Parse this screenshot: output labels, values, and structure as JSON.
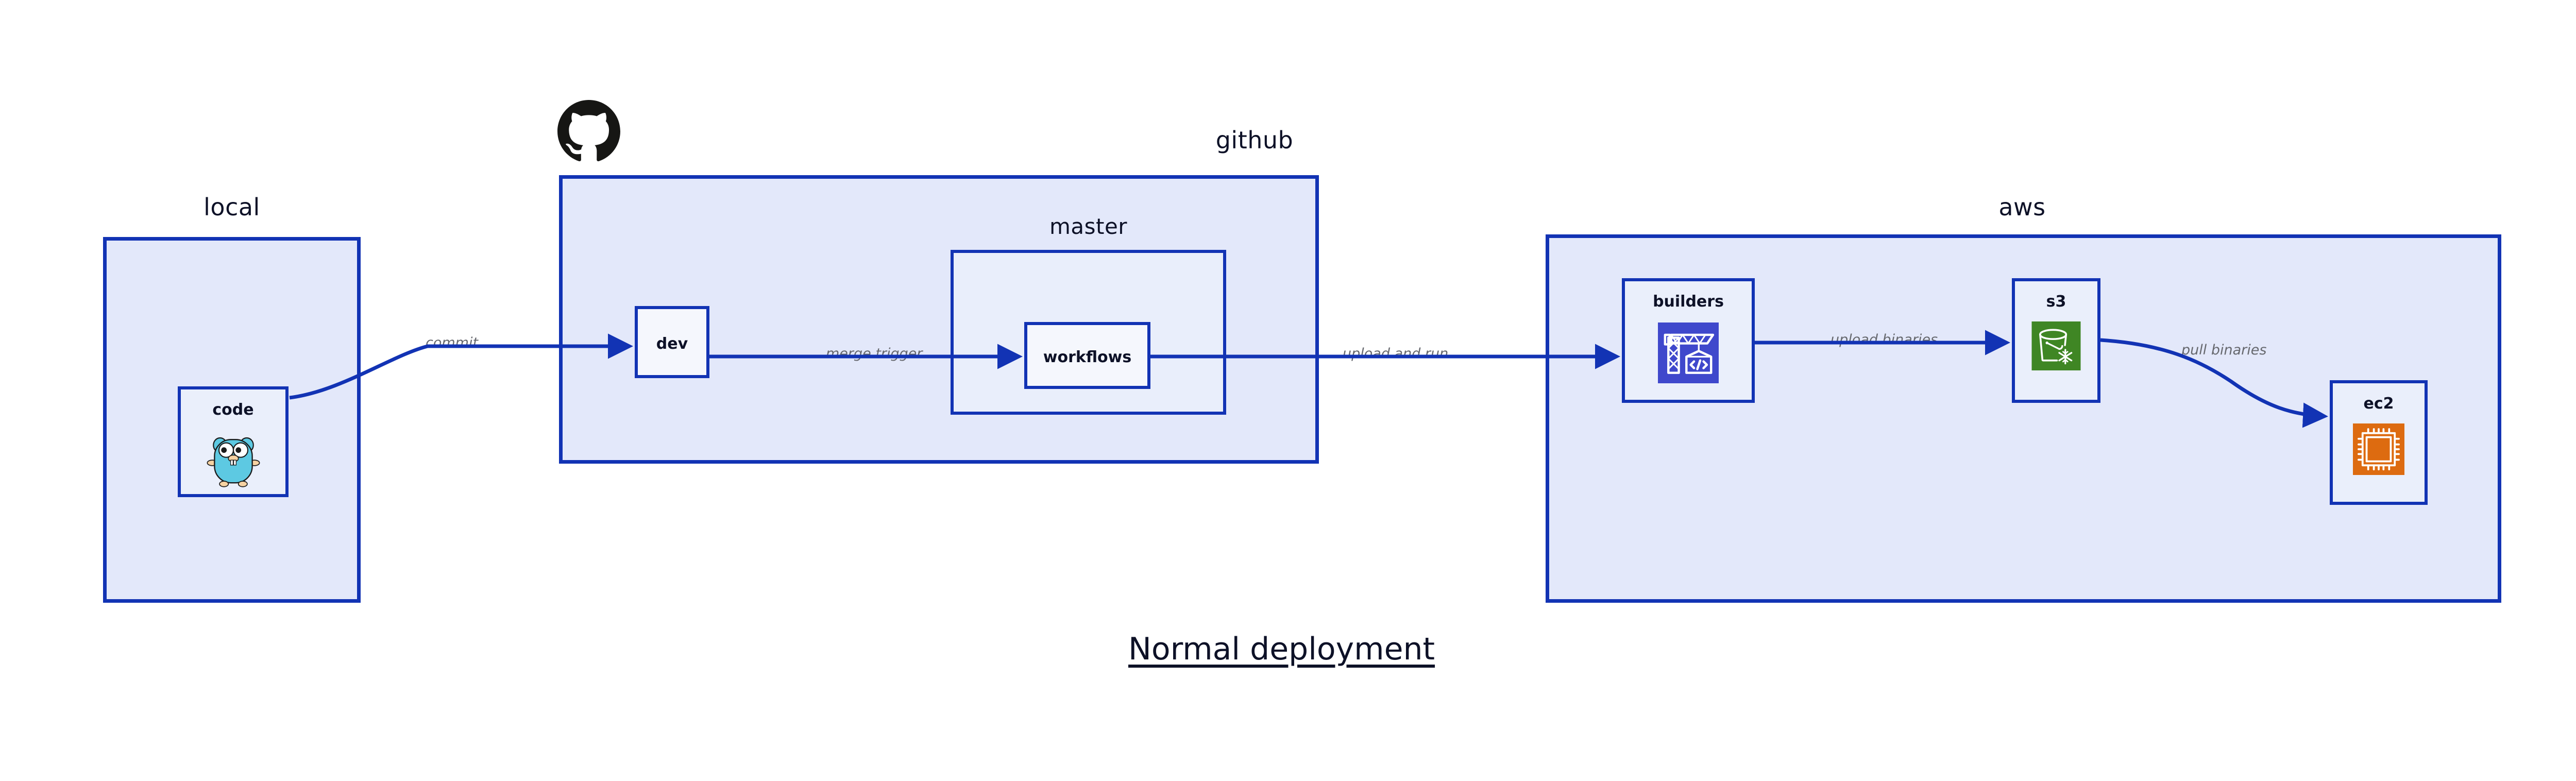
{
  "diagram": {
    "title": "Normal deployment",
    "background_color": "#ffffff",
    "accent_color": "#1233b4",
    "group_fill": "#e3e8fa",
    "node_fill": "#eaeffb",
    "label_color": "#0d1127",
    "edge_label_color": "#66686e"
  },
  "groups": [
    {
      "id": "local",
      "label": "local"
    },
    {
      "id": "github",
      "label": "github"
    },
    {
      "id": "aws",
      "label": "aws"
    }
  ],
  "subgroups": [
    {
      "id": "master",
      "label": "master",
      "parent": "github"
    }
  ],
  "nodes": [
    {
      "id": "code",
      "label": "code",
      "parent": "local",
      "icon": "go-gopher-icon",
      "icon_color": "#5dc9e2"
    },
    {
      "id": "dev",
      "label": "dev",
      "parent": "github",
      "icon": "none",
      "icon_color": ""
    },
    {
      "id": "workflows",
      "label": "workflows",
      "parent": "master",
      "icon": "none",
      "icon_color": ""
    },
    {
      "id": "builders",
      "label": "builders",
      "parent": "aws",
      "icon": "aws-codebuild-icon",
      "icon_color": "#3f48cc"
    },
    {
      "id": "s3",
      "label": "s3",
      "parent": "aws",
      "icon": "aws-s3-glacier-icon",
      "icon_color": "#3f8624"
    },
    {
      "id": "ec2",
      "label": "ec2",
      "parent": "aws",
      "icon": "aws-ec2-icon",
      "icon_color": "#dd6b10"
    }
  ],
  "edges": [
    {
      "id": "commit",
      "label": "commit",
      "from": "code",
      "to": "dev"
    },
    {
      "id": "merge-trigger",
      "label": "merge trigger",
      "from": "dev",
      "to": "workflows"
    },
    {
      "id": "upload-and-run",
      "label": "upload and run",
      "from": "workflows",
      "to": "builders"
    },
    {
      "id": "upload-binaries",
      "label": "upload binaries",
      "from": "builders",
      "to": "s3"
    },
    {
      "id": "pull-binaries",
      "label": "pull binaries",
      "from": "s3",
      "to": "ec2"
    }
  ],
  "logos": [
    {
      "id": "github-octocat",
      "name": "github-octocat-icon",
      "color": "#161614"
    }
  ]
}
